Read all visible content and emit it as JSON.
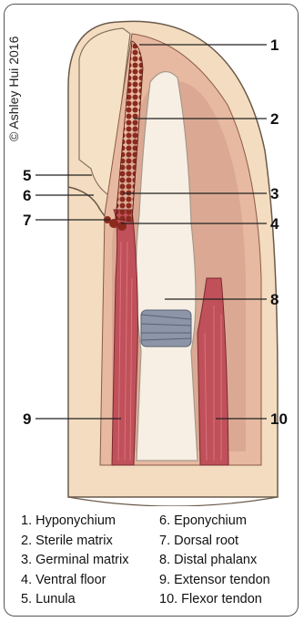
{
  "copyright": "© Ashley Hui 2016",
  "labels": [
    {
      "n": "1",
      "name": "Hyponychium"
    },
    {
      "n": "2",
      "name": "Sterile matrix"
    },
    {
      "n": "3",
      "name": "Germinal matrix"
    },
    {
      "n": "4",
      "name": "Ventral floor"
    },
    {
      "n": "5",
      "name": "Lunula"
    },
    {
      "n": "6",
      "name": "Eponychium"
    },
    {
      "n": "7",
      "name": "Dorsal root"
    },
    {
      "n": "8",
      "name": "Distal phalanx"
    },
    {
      "n": "9",
      "name": "Extensor tendon"
    },
    {
      "n": "10",
      "name": "Flexor tendon"
    }
  ],
  "legend_left": [
    "1. Hyponychium",
    "2. Sterile matrix",
    "3. Germinal matrix",
    "4. Ventral floor",
    "5. Lunula"
  ],
  "legend_right": [
    "6. Eponychium",
    "7. Dorsal root",
    "8. Distal phalanx",
    "9. Extensor tendon",
    "10. Flexor tendon"
  ],
  "colors": {
    "skin": "#f3dcc0",
    "flesh": "#e7b9a0",
    "bone": "#f7efe4",
    "tendon": "#c0505a",
    "matrix": "#8a2a1e",
    "nail": "#f5e2c6"
  }
}
